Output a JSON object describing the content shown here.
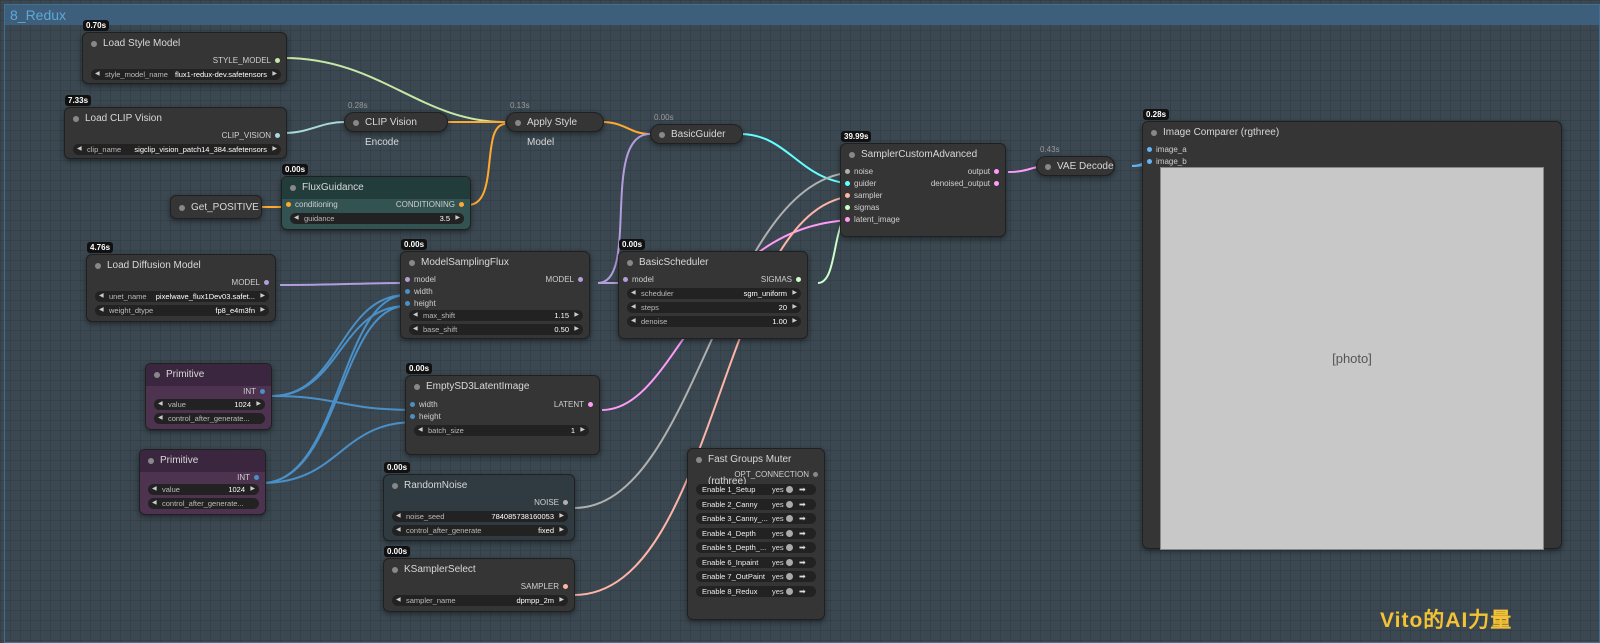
{
  "group": {
    "title": "8_Redux"
  },
  "nodes": {
    "load_style": {
      "timing": "0.70s",
      "title": "Load Style Model",
      "out": "STYLE_MODEL",
      "w_label": "style_model_name",
      "w_value": "flux1-redux-dev.safetensors"
    },
    "load_clip": {
      "timing": "7.33s",
      "title": "Load CLIP Vision",
      "out": "CLIP_VISION",
      "w_label": "clip_name",
      "w_value": "sigclip_vision_patch14_384.safetensors"
    },
    "clip_encode": {
      "timing": "0.28s",
      "title": "CLIP Vision Encode"
    },
    "apply_style": {
      "timing": "0.13s",
      "title": "Apply Style Model"
    },
    "basic_guider": {
      "timing": "0.00s",
      "title": "BasicGuider"
    },
    "flux_guidance": {
      "timing": "0.00s",
      "title": "FluxGuidance",
      "in": "conditioning",
      "out": "CONDITIONING",
      "w_label": "guidance",
      "w_value": "3.5"
    },
    "get_positive": {
      "title": "Get_POSITIVE"
    },
    "load_diffusion": {
      "timing": "4.76s",
      "title": "Load Diffusion Model",
      "out": "MODEL",
      "w1_label": "unet_name",
      "w1_value": "pixelwave_flux1Dev03.safet...",
      "w2_label": "weight_dtype",
      "w2_value": "fp8_e4m3fn"
    },
    "model_sampling": {
      "timing": "0.00s",
      "title": "ModelSamplingFlux",
      "in1": "model",
      "in2": "width",
      "in3": "height",
      "out": "MODEL",
      "w1_label": "max_shift",
      "w1_value": "1.15",
      "w2_label": "base_shift",
      "w2_value": "0.50"
    },
    "basic_scheduler": {
      "timing": "0.00s",
      "title": "BasicScheduler",
      "in": "model",
      "out": "SIGMAS",
      "w1_label": "scheduler",
      "w1_value": "sgm_uniform",
      "w2_label": "steps",
      "w2_value": "20",
      "w3_label": "denoise",
      "w3_value": "1.00"
    },
    "sampler_custom": {
      "timing": "39.99s",
      "title": "SamplerCustomAdvanced",
      "in1": "noise",
      "in2": "guider",
      "in3": "sampler",
      "in4": "sigmas",
      "in5": "latent_image",
      "out1": "output",
      "out2": "denoised_output"
    },
    "vae_decode": {
      "timing": "0.43s",
      "title": "VAE Decode"
    },
    "image_comparer": {
      "timing": "0.28s",
      "title": "Image Comparer (rgthree)",
      "in1": "image_a",
      "in2": "image_b"
    },
    "primitive1": {
      "title": "Primitive",
      "out": "INT",
      "w1_label": "value",
      "w1_value": "1024",
      "w2_label": "control_after_generate..."
    },
    "primitive2": {
      "title": "Primitive",
      "out": "INT",
      "w1_label": "value",
      "w1_value": "1024",
      "w2_label": "control_after_generate..."
    },
    "empty_latent": {
      "timing": "0.00s",
      "title": "EmptySD3LatentImage",
      "in1": "width",
      "in2": "height",
      "out": "LATENT",
      "w_label": "batch_size",
      "w_value": "1"
    },
    "random_noise": {
      "timing": "0.00s",
      "title": "RandomNoise",
      "out": "NOISE",
      "w1_label": "noise_seed",
      "w1_value": "784085738160053",
      "w2_label": "control_after_generate",
      "w2_value": "fixed"
    },
    "ksampler_select": {
      "timing": "0.00s",
      "title": "KSamplerSelect",
      "out": "SAMPLER",
      "w_label": "sampler_name",
      "w_value": "dpmpp_2m"
    },
    "groups_muter": {
      "title": "Fast Groups Muter (rgthree)",
      "out": "OPT_CONNECTION",
      "rows": [
        {
          "label": "Enable 1_Setup",
          "state": "yes"
        },
        {
          "label": "Enable 2_Canny",
          "state": "yes"
        },
        {
          "label": "Enable 3_Canny_...",
          "state": "yes"
        },
        {
          "label": "Enable 4_Depth",
          "state": "yes"
        },
        {
          "label": "Enable 5_Depth_...",
          "state": "yes"
        },
        {
          "label": "Enable 6_Inpaint",
          "state": "yes"
        },
        {
          "label": "Enable 7_OutPaint",
          "state": "yes"
        },
        {
          "label": "Enable 8_Redux",
          "state": "yes"
        }
      ]
    }
  },
  "watermark": "Vito的AI力量",
  "colors": {
    "model": "#b39ddb",
    "conditioning": "#ffa931",
    "clip_vision": "#a8dadc",
    "style_model": "#c6e8a6",
    "int": "#4a90c8",
    "latent": "#ff9cf9",
    "noise": "#b0b0b0",
    "sampler": "#ffb4a8",
    "sigmas": "#cdffcd",
    "guider": "#66ffff",
    "image": "#64b5f6"
  }
}
